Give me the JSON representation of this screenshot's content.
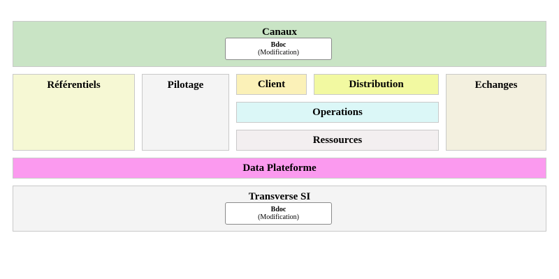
{
  "diagram": {
    "blocks": [
      {
        "id": "canaux",
        "label": "Canaux",
        "color": "#c9e4c5"
      },
      {
        "id": "referentiels",
        "label": "Référentiels",
        "color": "#f6f8d4"
      },
      {
        "id": "pilotage",
        "label": "Pilotage",
        "color": "#f4f4f4"
      },
      {
        "id": "client",
        "label": "Client",
        "color": "#fbf1b8"
      },
      {
        "id": "distribution",
        "label": "Distribution",
        "color": "#f2f9a1"
      },
      {
        "id": "echanges",
        "label": "Echanges",
        "color": "#f3f0df"
      },
      {
        "id": "operations",
        "label": "Operations",
        "color": "#dbf7f7"
      },
      {
        "id": "ressources",
        "label": "Ressources",
        "color": "#f3eff0"
      },
      {
        "id": "data_plateforme",
        "label": "Data Plateforme",
        "color": "#fb9aef"
      },
      {
        "id": "transverse_si",
        "label": "Transverse SI",
        "color": "#f4f4f4"
      }
    ],
    "applications": [
      {
        "parent": "canaux",
        "name": "Bdoc",
        "status": "(Modification)"
      },
      {
        "parent": "transverse_si",
        "name": "Bdoc",
        "status": "(Modification)"
      }
    ]
  }
}
